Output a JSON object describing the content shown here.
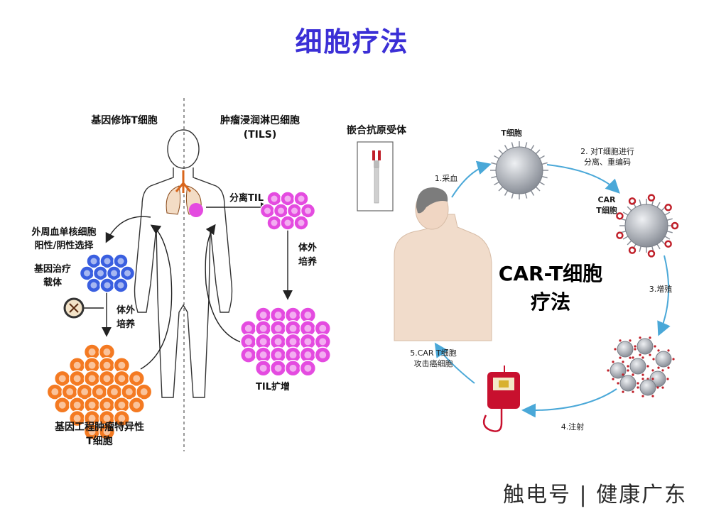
{
  "title": "细胞疗法",
  "left": {
    "gene_modified_t": "基因修饰T细胞",
    "til_line1": "肿瘤浸润淋巴细胞",
    "til_line2": "(TILS)",
    "isolate_til": "分离TIL",
    "culture_right_1": "体外",
    "culture_right_2": "培养",
    "til_expand": "TIL扩增",
    "pbmc_line1": "外周血单核细胞",
    "pbmc_line2": "阳性/阴性选择",
    "vector_line1": "基因治疗",
    "vector_line2": "载体",
    "culture_left_1": "体外",
    "culture_left_2": "培养",
    "engineered_line1": "基因工程肿瘤特异性",
    "engineered_line2": "T细胞"
  },
  "right": {
    "car_receptor": "嵌合抗原受体",
    "t_cell": "T细胞",
    "step1": "1.采血",
    "step2_line1": "2. 对T细胞进行",
    "step2_line2": "分离、重编码",
    "car_t_line1": "CAR",
    "car_t_line2": "T细胞",
    "step3": "3.增殖",
    "step4": "4.注射",
    "step5_line1": "5.CAR T细胞",
    "step5_line2": "攻击癌细胞",
    "center_line1": "CAR-T细胞",
    "center_line2": "疗法"
  },
  "watermark": "触电号 | 健康广东",
  "colors": {
    "title": "#3b2fd6",
    "blue_cells": "#3a5fe0",
    "orange_cells": "#f47a22",
    "magenta_cells": "#e44be0",
    "cycle_arrow": "#4aa8d8",
    "blood_bag": "#c8102e"
  }
}
